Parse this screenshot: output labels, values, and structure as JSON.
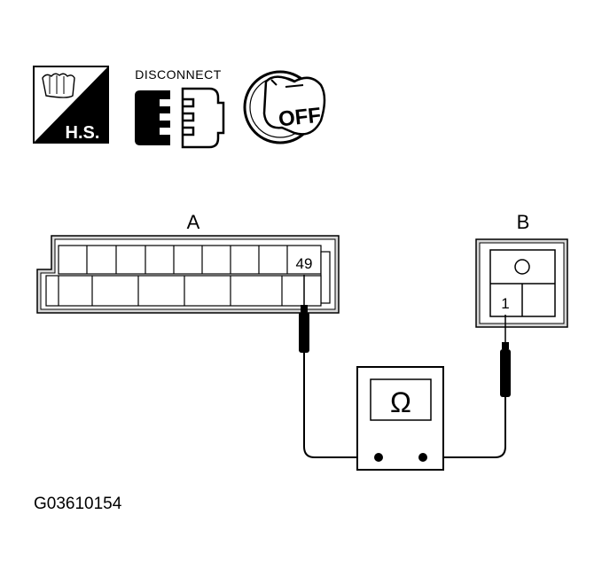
{
  "icons": {
    "hs_label": "H.S.",
    "disconnect_label": "DISCONNECT",
    "off_label": "OFF"
  },
  "connector_a": {
    "label": "A",
    "pin_label": "49"
  },
  "connector_b": {
    "label": "B",
    "pin_label": "1"
  },
  "meter": {
    "symbol": "Ω"
  },
  "figure_code": "G03610154",
  "colors": {
    "ink": "#000000",
    "paper": "#ffffff",
    "shade": "#d8d8d8"
  }
}
